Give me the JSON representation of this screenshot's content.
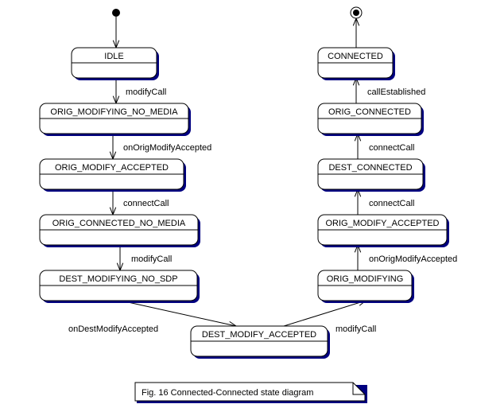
{
  "diagram": {
    "type": "UML state diagram",
    "colors": {
      "line": "#000000",
      "fill": "#ffffff",
      "shadow": "#000080"
    },
    "pseudostates": {
      "initial": {
        "label": "initial-state"
      },
      "final": {
        "label": "final-state"
      }
    },
    "states": [
      {
        "id": "idle",
        "name": "IDLE"
      },
      {
        "id": "orig_modifying_no_media",
        "name": "ORIG_MODIFYING_NO_MEDIA"
      },
      {
        "id": "orig_modify_accepted_left",
        "name": "ORIG_MODIFY_ACCEPTED"
      },
      {
        "id": "orig_connected_no_media",
        "name": "ORIG_CONNECTED_NO_MEDIA"
      },
      {
        "id": "dest_modifying_no_sdp",
        "name": "DEST_MODIFYING_NO_SDP"
      },
      {
        "id": "dest_modify_accepted",
        "name": "DEST_MODIFY_ACCEPTED"
      },
      {
        "id": "orig_modifying",
        "name": "ORIG_MODIFYING"
      },
      {
        "id": "orig_modify_accepted_right",
        "name": "ORIG_MODIFY_ACCEPTED"
      },
      {
        "id": "dest_connected",
        "name": "DEST_CONNECTED"
      },
      {
        "id": "orig_connected",
        "name": "ORIG_CONNECTED"
      },
      {
        "id": "connected",
        "name": "CONNECTED"
      }
    ],
    "transitions": [
      {
        "from": "initial",
        "to": "idle",
        "label": ""
      },
      {
        "from": "idle",
        "to": "orig_modifying_no_media",
        "label": "modifyCall"
      },
      {
        "from": "orig_modifying_no_media",
        "to": "orig_modify_accepted_left",
        "label": "onOrigModifyAccepted"
      },
      {
        "from": "orig_modify_accepted_left",
        "to": "orig_connected_no_media",
        "label": "connectCall"
      },
      {
        "from": "orig_connected_no_media",
        "to": "dest_modifying_no_sdp",
        "label": "modifyCall"
      },
      {
        "from": "dest_modifying_no_sdp",
        "to": "dest_modify_accepted",
        "label": "onDestModifyAccepted"
      },
      {
        "from": "dest_modify_accepted",
        "to": "orig_modifying",
        "label": "modifyCall"
      },
      {
        "from": "orig_modifying",
        "to": "orig_modify_accepted_right",
        "label": "onOrigModifyAccepted"
      },
      {
        "from": "orig_modify_accepted_right",
        "to": "dest_connected",
        "label": "connectCall"
      },
      {
        "from": "dest_connected",
        "to": "orig_connected",
        "label": "connectCall"
      },
      {
        "from": "orig_connected",
        "to": "connected",
        "label": "callEstablished"
      },
      {
        "from": "connected",
        "to": "final",
        "label": ""
      }
    ],
    "note": {
      "text": "Fig. 16 Connected-Connected state diagram"
    }
  }
}
